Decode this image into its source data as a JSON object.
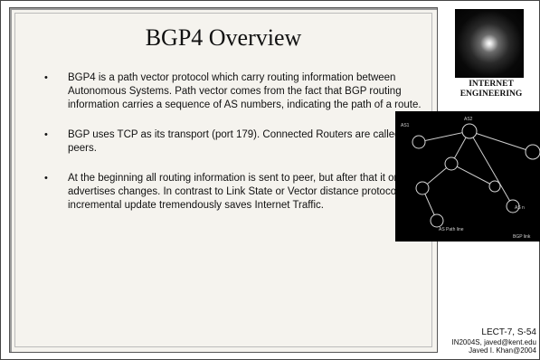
{
  "slide": {
    "title": "BGP4 Overview",
    "bullets": [
      "BGP4 is a path vector protocol which carry routing information between Autonomous Systems. Path vector comes from the fact that BGP routing information carries a sequence of AS numbers, indicating the path of a route.",
      "BGP uses TCP as its transport (port 179). Connected Routers are called peers.",
      "At the beginning all  routing information is sent to peer, but after that it only advertises changes.  In contrast to Link State or Vector distance protocols, incremental update tremendously saves Internet Traffic."
    ],
    "bullet_marker": "•"
  },
  "sidebar": {
    "label_line1": "INTERNET",
    "label_line2": "ENGINEERING"
  },
  "diagram": {
    "node_labels": [
      "AS1",
      "AS2",
      "AS n",
      "AS Path line",
      "BGP link"
    ]
  },
  "footer": {
    "slide_id": "LECT-7, S-54",
    "line2": "IN2004S, javed@kent.edu",
    "line3": "Javed I. Khan@2004"
  },
  "colors": {
    "panel_bg": "#f5f3ee",
    "diagram_bg": "#000000",
    "diagram_line": "#cfcfcf"
  }
}
